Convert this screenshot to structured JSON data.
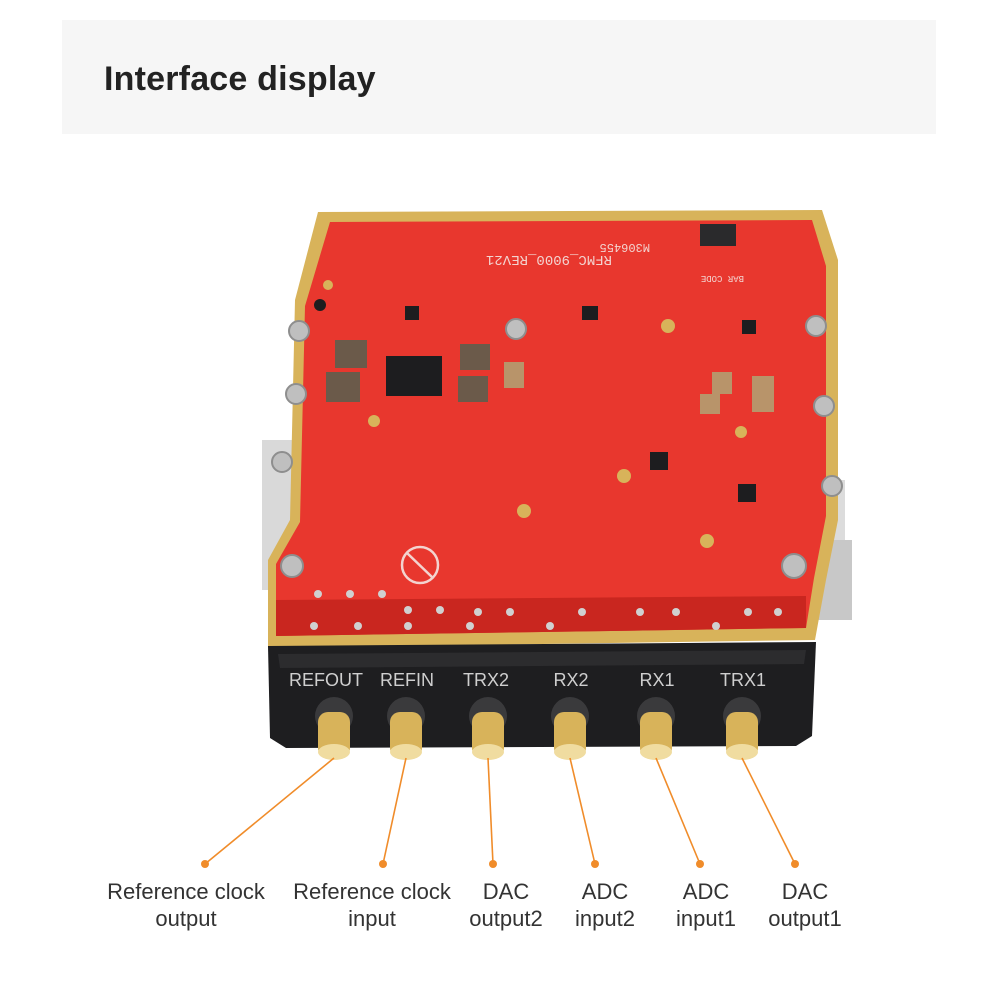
{
  "page": {
    "title": "Interface display"
  },
  "board": {
    "silkscreen": {
      "model": "RFMC_9000_REV21",
      "part_no": "M306455",
      "bar_code": "BAR CODE"
    }
  },
  "ports": [
    {
      "id": "refout",
      "panel_label": "REFOUT",
      "caption_line1": "Reference clock",
      "caption_line2": "output"
    },
    {
      "id": "refin",
      "panel_label": "REFIN",
      "caption_line1": "Reference clock",
      "caption_line2": "input"
    },
    {
      "id": "trx2",
      "panel_label": "TRX2",
      "caption_line1": "DAC",
      "caption_line2": "output2"
    },
    {
      "id": "rx2",
      "panel_label": "RX2",
      "caption_line1": "ADC",
      "caption_line2": "input2"
    },
    {
      "id": "rx1",
      "panel_label": "RX1",
      "caption_line1": "ADC",
      "caption_line2": "input1"
    },
    {
      "id": "trx1",
      "panel_label": "TRX1",
      "caption_line1": "DAC",
      "caption_line2": "output1"
    }
  ],
  "colors": {
    "pcb": "#e8372e",
    "pcb_dark": "#c9261f",
    "gold": "#d8b35a",
    "panel": "#1e1e20",
    "callout": "#f08c2a",
    "text": "#333333"
  }
}
